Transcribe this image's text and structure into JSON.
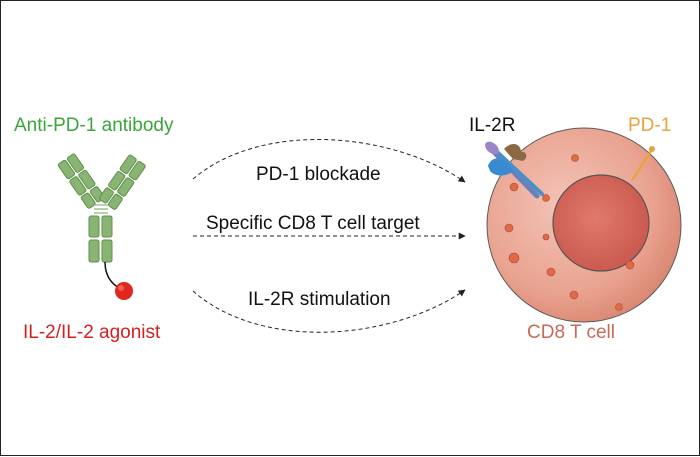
{
  "labels": {
    "antibody": "Anti-PD-1 antibody",
    "agonist": "IL-2/IL-2 agonist",
    "il2r": "IL-2R",
    "pd1": "PD-1",
    "cell": "CD8 T cell"
  },
  "arrows": [
    {
      "label": "PD-1 blockade"
    },
    {
      "label": "Specific CD8 T cell target"
    },
    {
      "label": "IL-2R stimulation"
    }
  ],
  "colors": {
    "antibody": "#3aa53a",
    "agonist": "#d42020",
    "pd1": "#e8a33a",
    "cell": "#c96a56",
    "text": "#111111"
  }
}
